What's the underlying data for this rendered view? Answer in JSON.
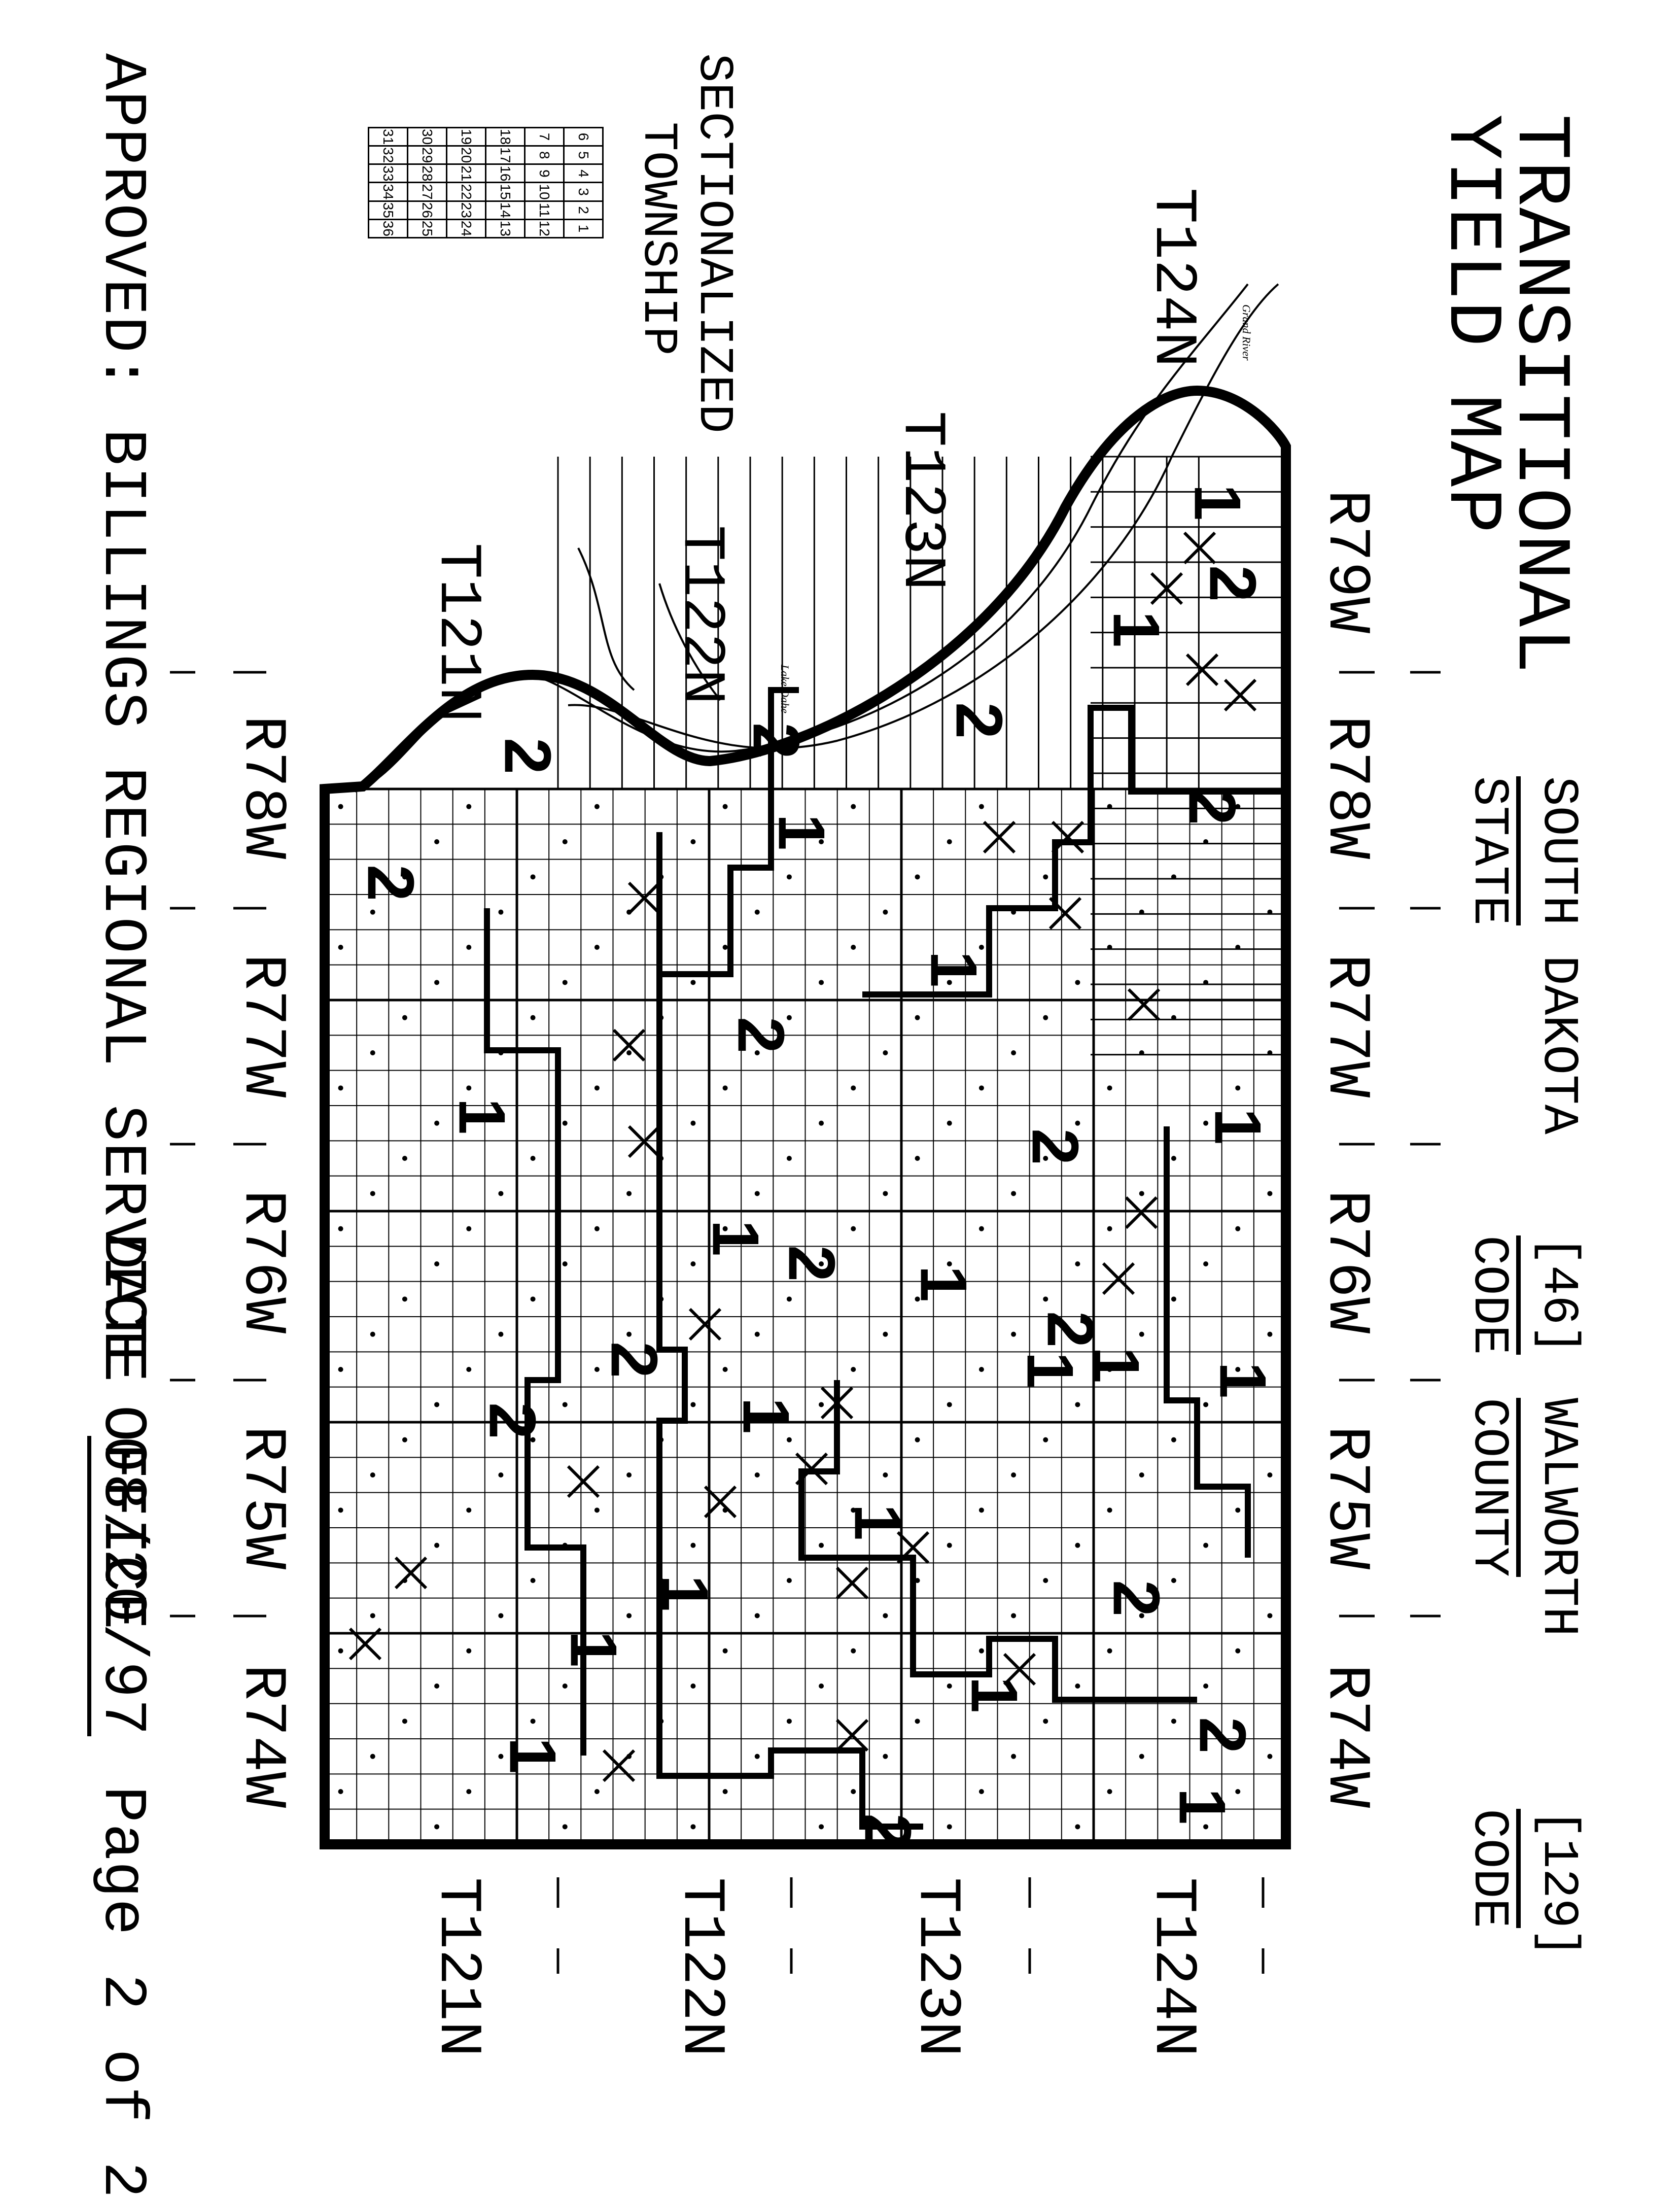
{
  "title": {
    "line1": "TRANSITIONAL",
    "line2": "YIELD MAP"
  },
  "header": {
    "state_value": "SOUTH DAKOTA",
    "state_label": "STATE",
    "state_code_value": "[46]",
    "state_code_label": "CODE",
    "county_value": "WALWORTH",
    "county_label": "COUNTY",
    "county_code_value": "[129]",
    "county_code_label": "CODE"
  },
  "legend": {
    "title_line1": "SECTIONALIZED",
    "title_line2": "TOWNSHIP",
    "rows": [
      [
        "6",
        "5",
        "4",
        "3",
        "2",
        "1"
      ],
      [
        "7",
        "8",
        "9",
        "10",
        "11",
        "12"
      ],
      [
        "18",
        "17",
        "16",
        "15",
        "14",
        "13"
      ],
      [
        "19",
        "20",
        "21",
        "22",
        "23",
        "24"
      ],
      [
        "30",
        "29",
        "28",
        "27",
        "26",
        "25"
      ],
      [
        "31",
        "32",
        "33",
        "34",
        "35",
        "36"
      ]
    ]
  },
  "ranges_top": [
    "R79W",
    "R78W",
    "R77W",
    "R76W",
    "R75W",
    "R74W"
  ],
  "ranges_bottom": [
    "R78W",
    "R77W",
    "R76W",
    "R75W",
    "R74W"
  ],
  "townships_left": [
    "T124N",
    "T123N",
    "T122N",
    "T121N"
  ],
  "townships_right": [
    "T124N",
    "T123N",
    "T122N",
    "T121N"
  ],
  "river_labels": [
    "Grand River",
    "Lake Oahe"
  ],
  "zone_labels": [
    "1",
    "2",
    "1",
    "2",
    "2",
    "1",
    "2",
    "1",
    "2",
    "2",
    "2",
    "1",
    "2",
    "1",
    "1",
    "2",
    "1",
    "2",
    "1",
    "2",
    "1",
    "2",
    "1",
    "1",
    "2",
    "1",
    "1",
    "2",
    "1",
    "2",
    "1",
    "1",
    "1"
  ],
  "footer": {
    "approved": "APPROVED: BILLINGS REGIONAL SERVICE OFFICE",
    "date_label": "DATE",
    "date_value": "08/20/97",
    "page": "Page 2 of 2"
  }
}
